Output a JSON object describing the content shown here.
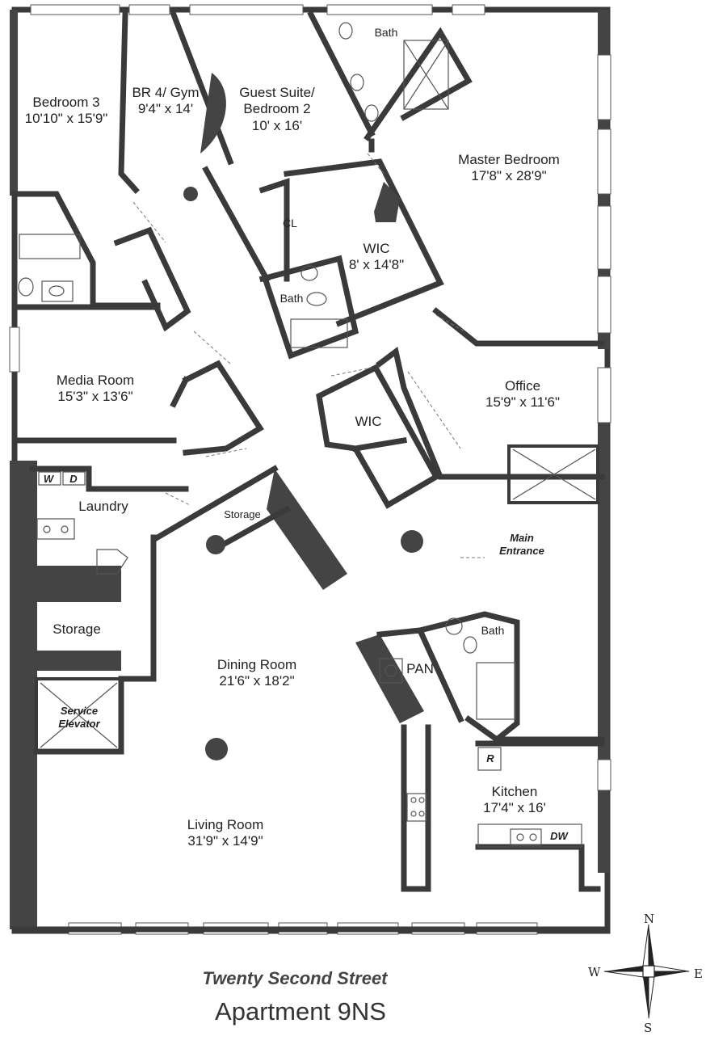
{
  "rooms": [
    {
      "id": "bedroom-3",
      "name": "Bedroom 3",
      "dims": "10'10\" x 15'9\""
    },
    {
      "id": "br4-gym",
      "name": "BR 4/ Gym",
      "dims": "9'4\" x 14'"
    },
    {
      "id": "guest-suite",
      "name": "Guest Suite/ Bedroom 2",
      "dims": "10' x 16'"
    },
    {
      "id": "master-bedroom",
      "name": "Master Bedroom",
      "dims": "17'8\" x 28'9\""
    },
    {
      "id": "wic-master",
      "name": "WIC",
      "dims": "8' x 14'8\""
    },
    {
      "id": "media-room",
      "name": "Media Room",
      "dims": "15'3\" x 13'6\""
    },
    {
      "id": "office",
      "name": "Office",
      "dims": "15'9\" x 11'6\""
    },
    {
      "id": "dining-room",
      "name": "Dining Room",
      "dims": "21'6\" x 18'2\""
    },
    {
      "id": "living-room",
      "name": "Living Room",
      "dims": "31'9\" x 14'9\""
    },
    {
      "id": "kitchen",
      "name": "Kitchen",
      "dims": "17'4\" x 16'"
    }
  ],
  "labels": {
    "bath_top": "Bath",
    "bath_guest": "Bath",
    "bath_entry": "Bath",
    "closet": "CL",
    "wic_hall": "WIC",
    "laundry": "Laundry",
    "washer": "W",
    "dryer": "D",
    "storage_left": "Storage",
    "storage_hall": "Storage",
    "pantry": "PAN",
    "refrigerator": "R",
    "dishwasher": "DW",
    "main_entrance": "Main Entrance",
    "service_elevator": "Service Elevator"
  },
  "footer": {
    "street": "Twenty Second Street",
    "apartment": "Apartment 9NS"
  },
  "compass": {
    "n": "N",
    "s": "S",
    "e": "E",
    "w": "W"
  },
  "colors": {
    "wall": "#3a3a3a",
    "fixture": "#555555",
    "paper": "#ffffff"
  }
}
